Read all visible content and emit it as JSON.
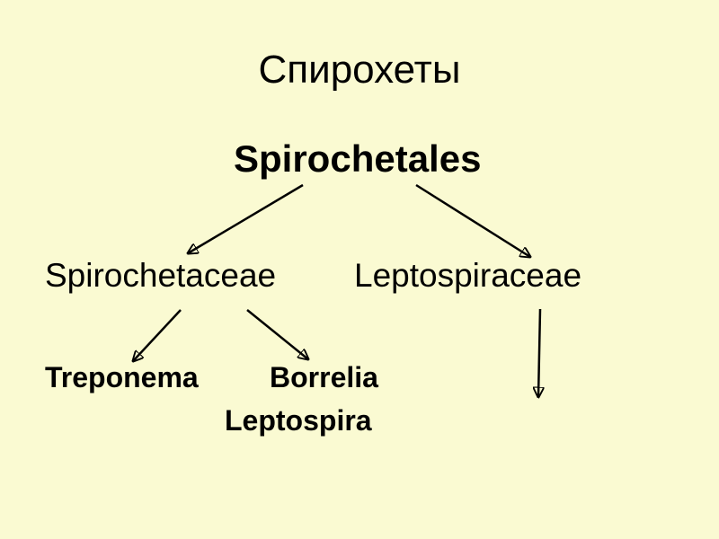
{
  "title": "Спирохеты",
  "order": "Spirochetales",
  "families": {
    "left": "Spirochetaceae",
    "right": "Leptospiraceae"
  },
  "genera": {
    "treponema": "Treponema",
    "borrelia": "Borrelia",
    "leptospira": "Leptospira"
  },
  "colors": {
    "background": "#fafad2",
    "text": "#000000",
    "arrow": "#000000"
  }
}
